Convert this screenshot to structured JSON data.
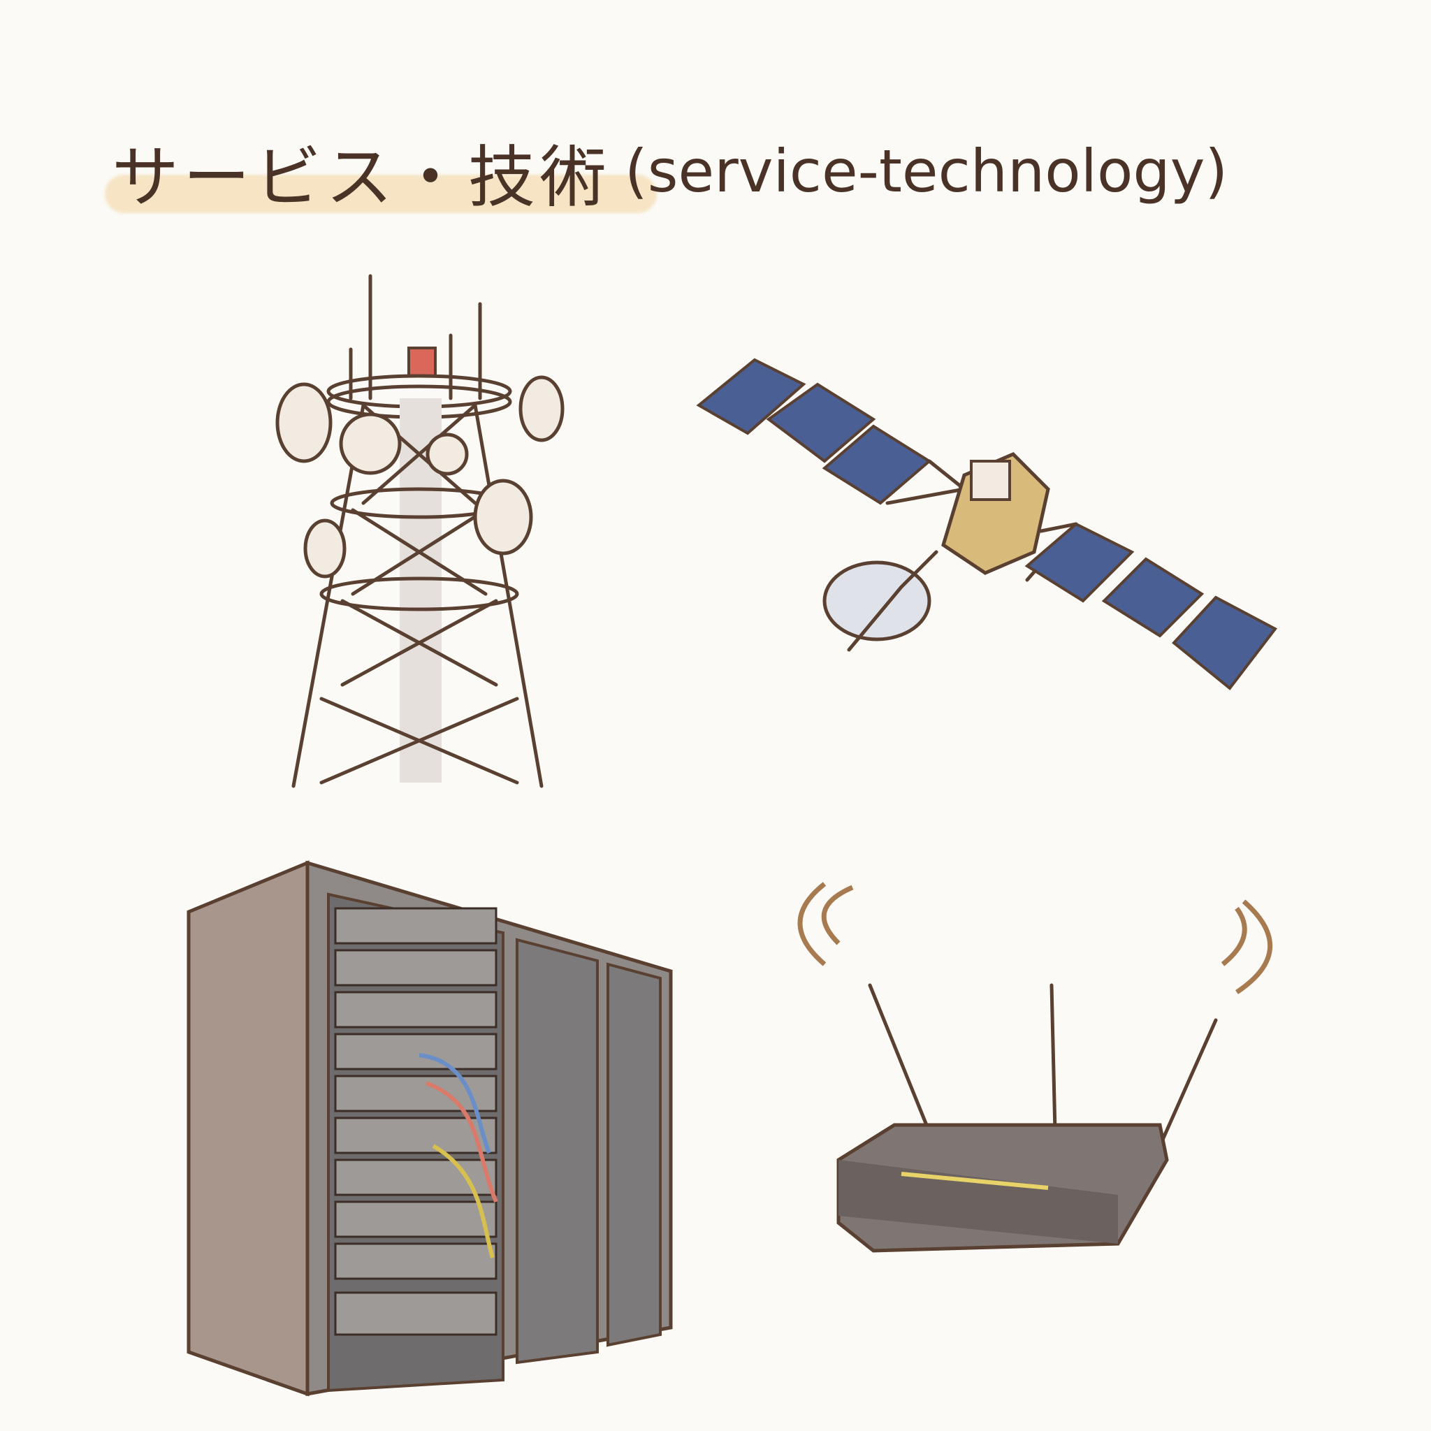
{
  "title": {
    "japanese": "サービス・技術",
    "english": "(service-technology)"
  },
  "illustrations": [
    "cell-tower",
    "satellite",
    "server-rack",
    "wifi-router"
  ],
  "colors": {
    "ink": "#5a4030",
    "highlight": "#f6dfb8",
    "solar_panel": "#4a5f93",
    "satellite_body": "#d8bb7a",
    "beacon": "#d9675a"
  }
}
